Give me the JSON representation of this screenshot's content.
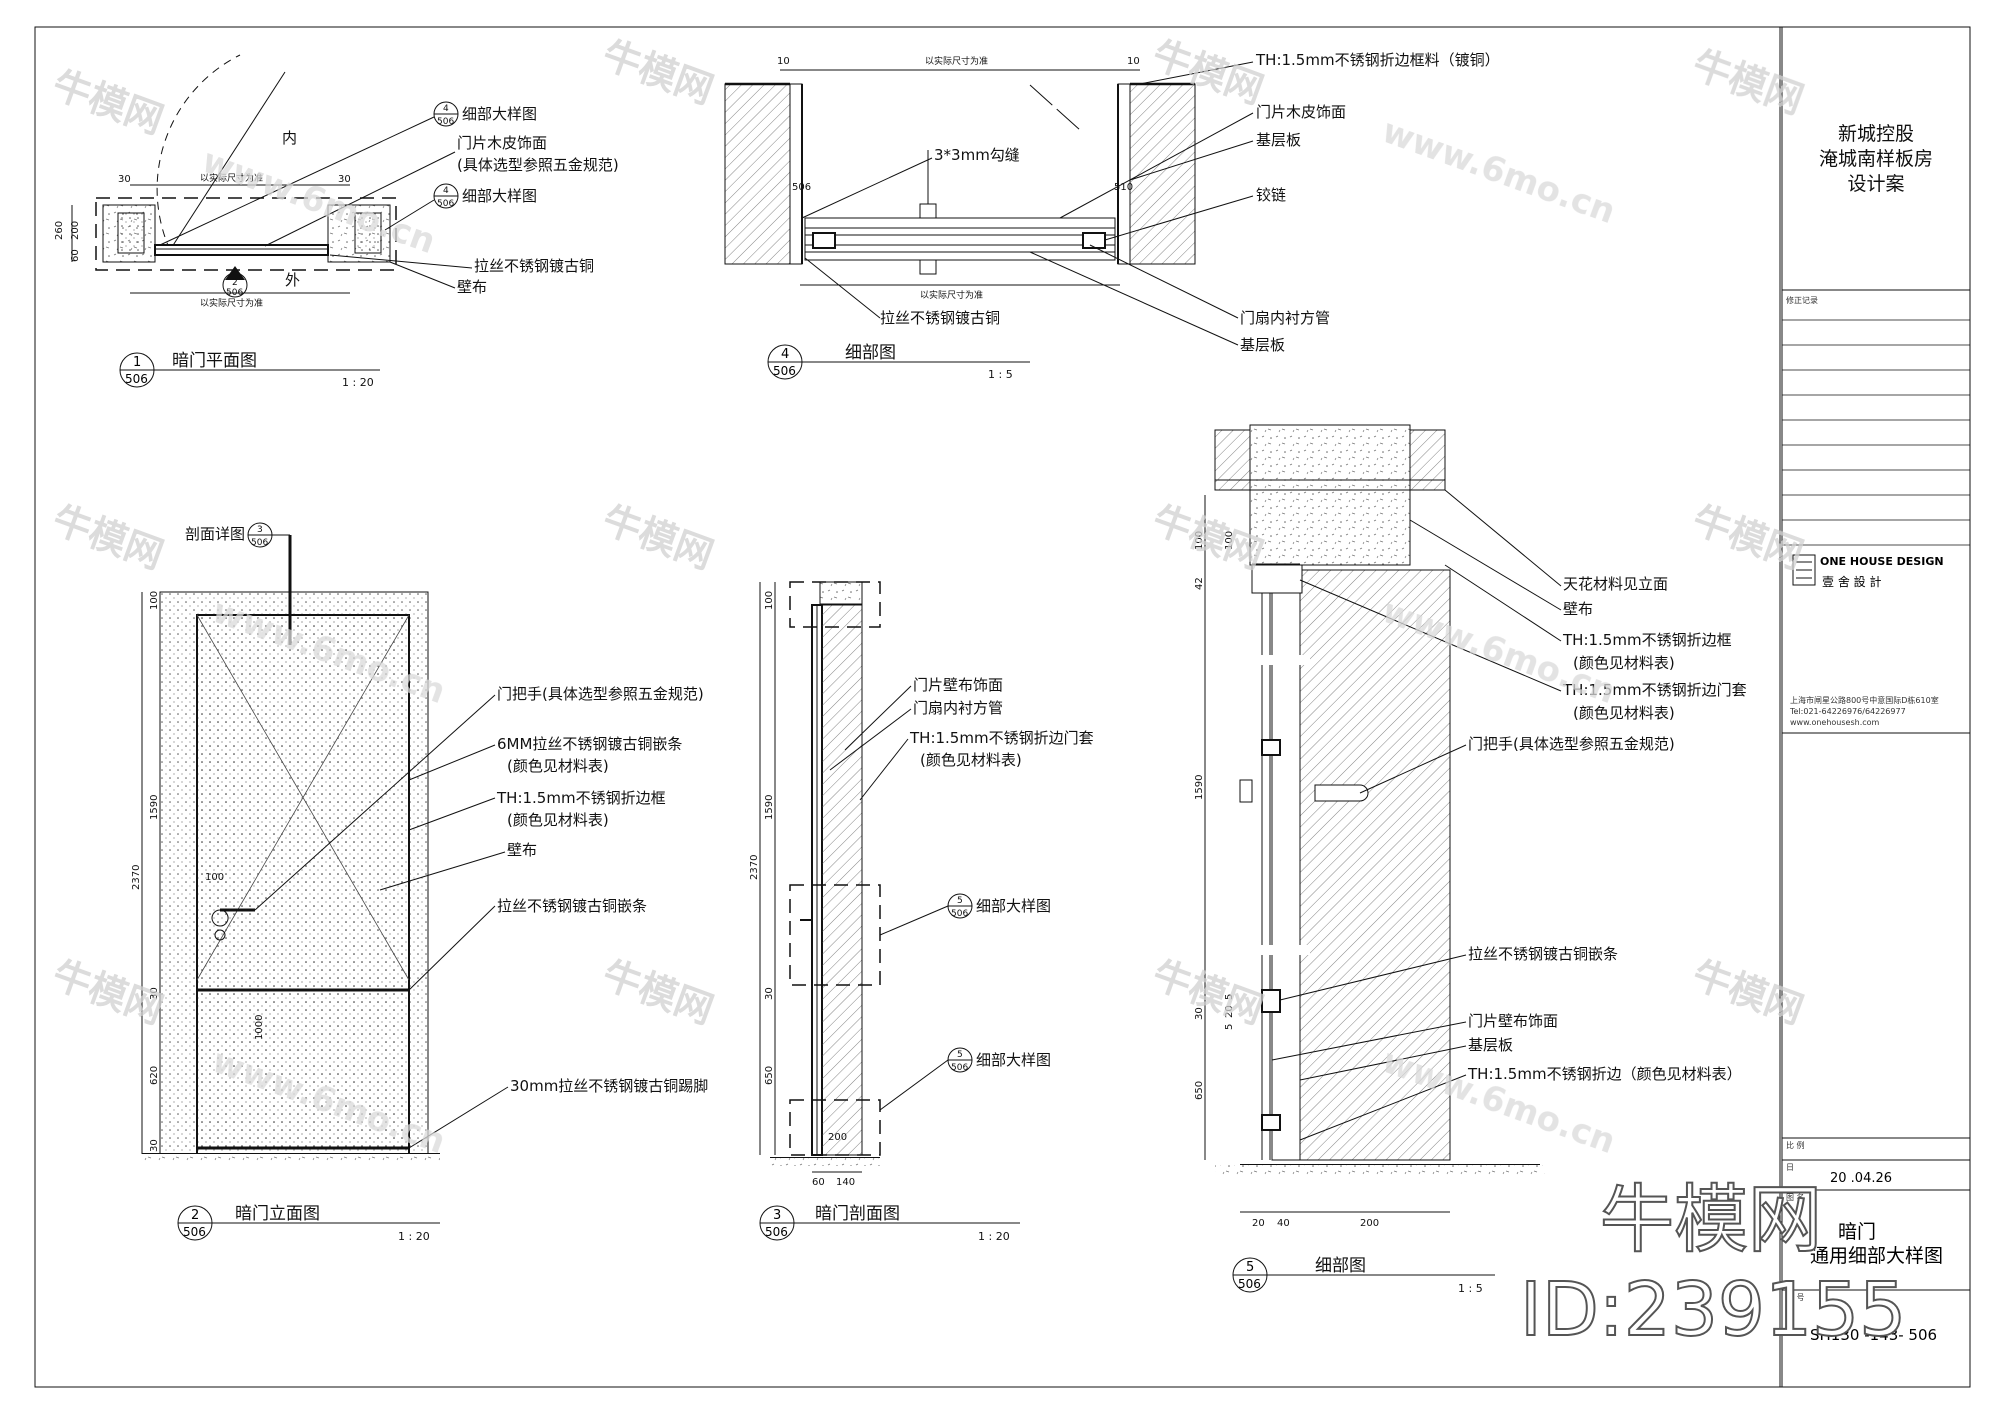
{
  "title_block": {
    "project_line1": "新城控股",
    "project_line2": "淹城南样板房",
    "project_line3": "设计案",
    "revision_label": "修正记录",
    "company_en": "ONE HOUSE DESIGN",
    "company_cn": "壹 舍 設 計",
    "address": "上海市闸星公路800号中意国际D栋610室",
    "tel": "Tel:021-64226976/64226977",
    "web": "www.onehousesh.com",
    "scale_label": "比 例",
    "date_label": "日",
    "date": "20  .04.26",
    "drawing_label": "图 名",
    "drawing_name_1": "暗门",
    "drawing_name_2": "通用细部大样图",
    "drawing_no_label": "图 号",
    "drawing_no": "SH130 -143- 506"
  },
  "watermark": {
    "text": "牛模网",
    "url": "www.6mo.cn",
    "big": "牛模网",
    "id": "ID:239155"
  },
  "views": {
    "v1": {
      "num": "1",
      "sheet": "506",
      "title": "暗门平面图",
      "scale": "1 : 20"
    },
    "v2": {
      "num": "2",
      "sheet": "506",
      "title": "暗门立面图",
      "scale": "1 : 20"
    },
    "v3": {
      "num": "3",
      "sheet": "506",
      "title": "暗门剖面图",
      "scale": "1 : 20"
    },
    "v4": {
      "num": "4",
      "sheet": "506",
      "title": "细部图",
      "scale": "1 : 5"
    },
    "v5": {
      "num": "5",
      "sheet": "506",
      "title": "细部图",
      "scale": "1 : 5"
    }
  },
  "plan": {
    "inner": "内",
    "outer": "外",
    "dim_note": "以实际尺寸为准",
    "call1": "细部大样图",
    "call1_num": "4",
    "wood": "门片木皮饰面",
    "wood2": "(具体选型参照五金规范)",
    "call2": "细部大样图",
    "call2_num": "4",
    "brushed": "拉丝不锈钢镀古铜",
    "wallcloth": "壁布",
    "d30a": "30",
    "d30b": "30",
    "d260": "260",
    "d200": "200",
    "d60": "60",
    "sec_num": "2",
    "sec_sheet": "506"
  },
  "detail4": {
    "dim_note": "以实际尺寸为准",
    "d10a": "10",
    "d10b": "10",
    "l1": "TH:1.5mm不锈钢折边框料（镀铜）",
    "l2": "门片木皮饰面",
    "l3": "基层板",
    "l4": "铰链",
    "gap": "3*3mm勾缝",
    "l5": "拉丝不锈钢镀古铜",
    "l6": "门扇内衬方管",
    "l7": "基层板",
    "d506": "506",
    "d510": "510"
  },
  "elev": {
    "sec_label": "剖面详图",
    "sec_num": "3",
    "sec_sheet": "506",
    "a1": "门把手(具体选型参照五金规范)",
    "a2": "6MM拉丝不锈钢镀古铜嵌条",
    "a2b": "(颜色见材料表)",
    "a3": "TH:1.5mm不锈钢折边框",
    "a3b": "(颜色见材料表)",
    "a4": "壁布",
    "a5": "拉丝不锈钢镀古铜嵌条",
    "a6": "30mm拉丝不锈钢镀古铜踢脚",
    "d100": "100",
    "d1590": "1590",
    "d2370": "2370",
    "d30": "30",
    "d620": "620",
    "d30b": "30",
    "d1000": "1000",
    "d100h": "100"
  },
  "section": {
    "b1": "门片壁布饰面",
    "b2": "门扇内衬方管",
    "b3": "TH:1.5mm不锈钢折边门套",
    "b3b": "(颜色见材料表)",
    "c1": "细部大样图",
    "c1_num": "5",
    "c2": "细部大样图",
    "c2_num": "5",
    "d100": "100",
    "d1590": "1590",
    "d2370": "2370",
    "d30": "30",
    "d650": "650",
    "d60": "60",
    "d140": "140",
    "d200": "200"
  },
  "detail5": {
    "e1": "天花材料见立面",
    "e2": "壁布",
    "e3": "TH:1.5mm不锈钢折边框",
    "e3b": "(颜色见材料表)",
    "e4": "TH:1.5mm不锈钢折边门套",
    "e4b": "(颜色见材料表)",
    "e5": "门把手(具体选型参照五金规范)",
    "e6": "拉丝不锈钢镀古铜嵌条",
    "e7": "门片壁布饰面",
    "e8": "基层板",
    "e9": "TH:1.5mm不锈钢折边（颜色见材料表）",
    "d100a": "100",
    "d100b": "100",
    "d42": "42",
    "d1590": "1590",
    "d30": "30",
    "d5": "5",
    "d20": "20",
    "d5b": "5",
    "d650": "650",
    "bd20": "20",
    "bd40": "40",
    "bd200": "200"
  }
}
